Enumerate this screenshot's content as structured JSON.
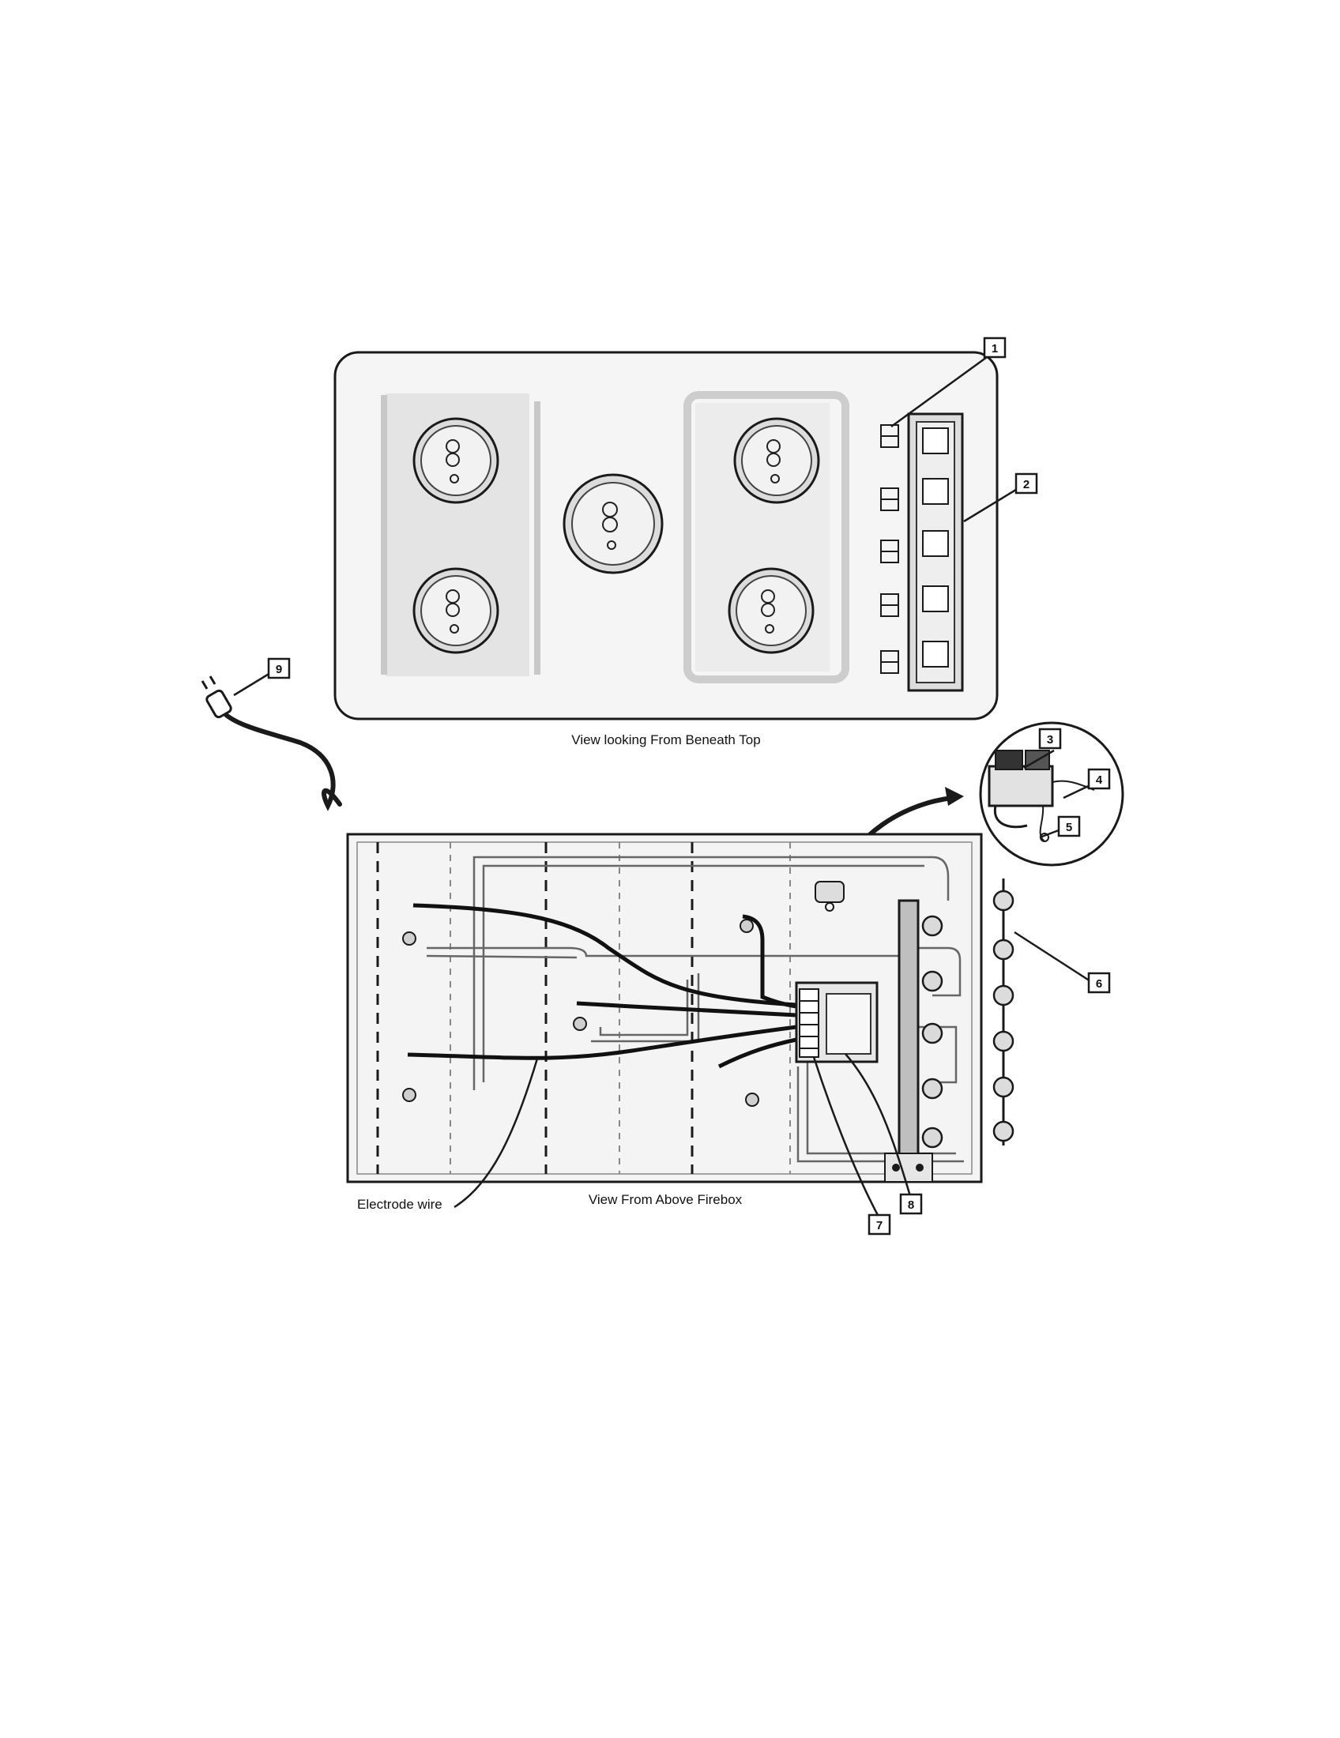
{
  "captions": {
    "top_view": "View looking From Beneath Top",
    "bottom_view": "View From Above Firebox",
    "electrode": "Electrode wire"
  },
  "callouts": {
    "c1": "1",
    "c2": "2",
    "c3": "3",
    "c4": "4",
    "c5": "5",
    "c6": "6",
    "c7": "7",
    "c8": "8",
    "c9": "9"
  },
  "colors": {
    "line": "#1a1a1a",
    "panel_fill": "#f4f4f4",
    "shade": "#cfcfcf"
  }
}
